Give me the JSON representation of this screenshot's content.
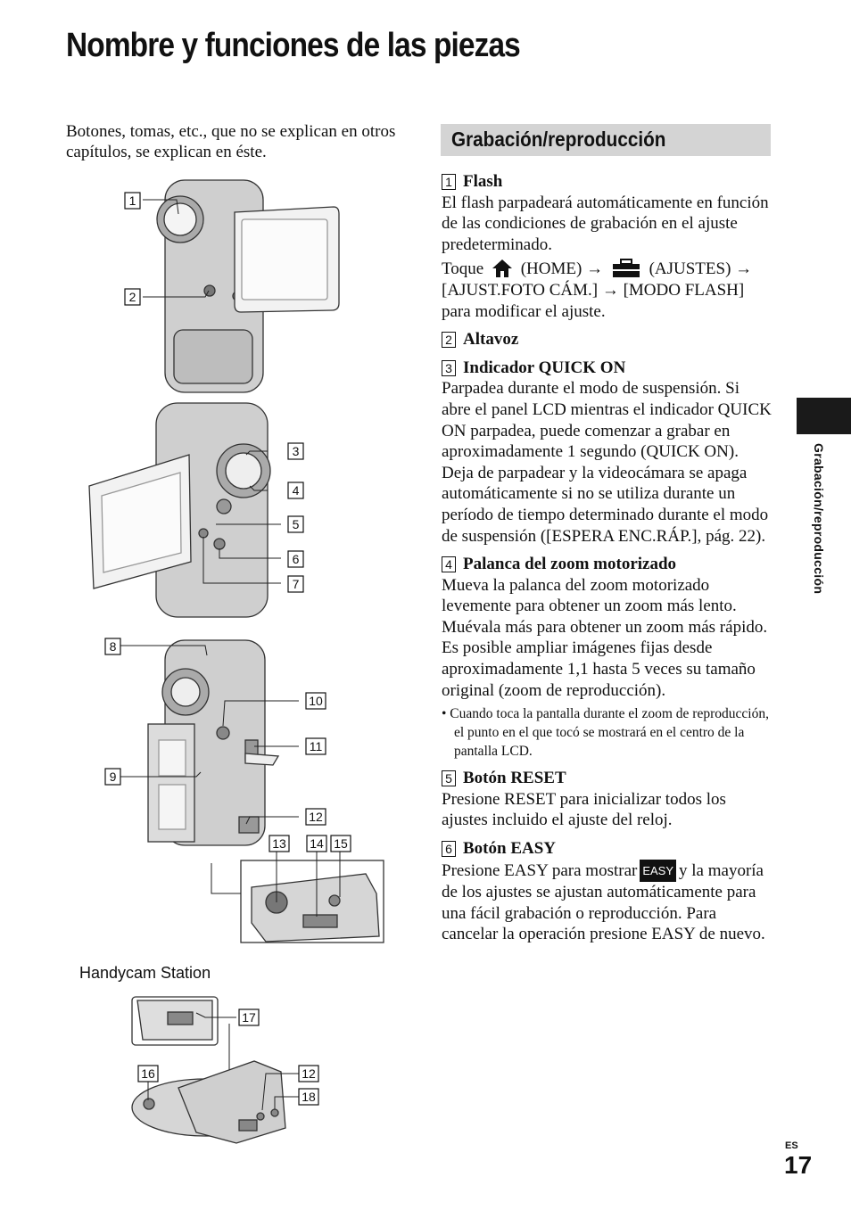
{
  "page": {
    "title": "Nombre y funciones de las piezas",
    "intro": "Botones, tomas, etc., que no se explican en otros capítulos, se explican en éste.",
    "section_title": "Grabación/reproducción",
    "side_tab": "Grabación/reproducción",
    "lang": "ES",
    "number": "17"
  },
  "figure": {
    "caption": "Handycam Station",
    "callouts": [
      "1",
      "2",
      "3",
      "4",
      "5",
      "6",
      "7",
      "8",
      "9",
      "10",
      "11",
      "12",
      "13",
      "14",
      "15",
      "16",
      "17",
      "12",
      "18"
    ]
  },
  "items": [
    {
      "num": "1",
      "title": "Flash",
      "body": "El flash parpadeará automáticamente en función de las condiciones de grabación en el ajuste predeterminado.",
      "toque": "Toque",
      "home": "(HOME)",
      "ajustes": "(AJUSTES)",
      "path1": "[AJUST.FOTO CÁM.]",
      "path2": "[MODO FLASH] para modificar el ajuste."
    },
    {
      "num": "2",
      "title": "Altavoz"
    },
    {
      "num": "3",
      "title": "Indicador QUICK ON",
      "body1": "Parpadea durante el modo de suspensión. Si abre el panel LCD mientras el indicador QUICK ON parpadea, puede comenzar a grabar en aproximadamente 1 segundo (QUICK ON).",
      "body2": "Deja de parpadear y la videocámara se apaga automáticamente si no se utiliza durante un período de tiempo determinado durante el modo de suspensión ([ESPERA ENC.RÁP.], pág. 22)."
    },
    {
      "num": "4",
      "title": "Palanca del zoom motorizado",
      "body1": "Mueva la palanca del zoom motorizado levemente para obtener un zoom más lento. Muévala más para obtener un zoom más rápido.",
      "body2": "Es posible ampliar imágenes fijas desde aproximadamente 1,1 hasta 5 veces su tamaño original (zoom de reproducción).",
      "note": "• Cuando toca la pantalla durante el zoom de reproducción, el punto en el que tocó se mostrará en el centro de la pantalla LCD."
    },
    {
      "num": "5",
      "title": "Botón RESET",
      "body": "Presione RESET para inicializar todos los ajustes incluido el ajuste del reloj."
    },
    {
      "num": "6",
      "title": "Botón EASY",
      "pre": "Presione EASY para mostrar",
      "badge": "EASY",
      "post": "y la mayoría de los ajustes se ajustan automáticamente para una fácil grabación o reproducción. Para cancelar la operación presione EASY de nuevo."
    }
  ]
}
